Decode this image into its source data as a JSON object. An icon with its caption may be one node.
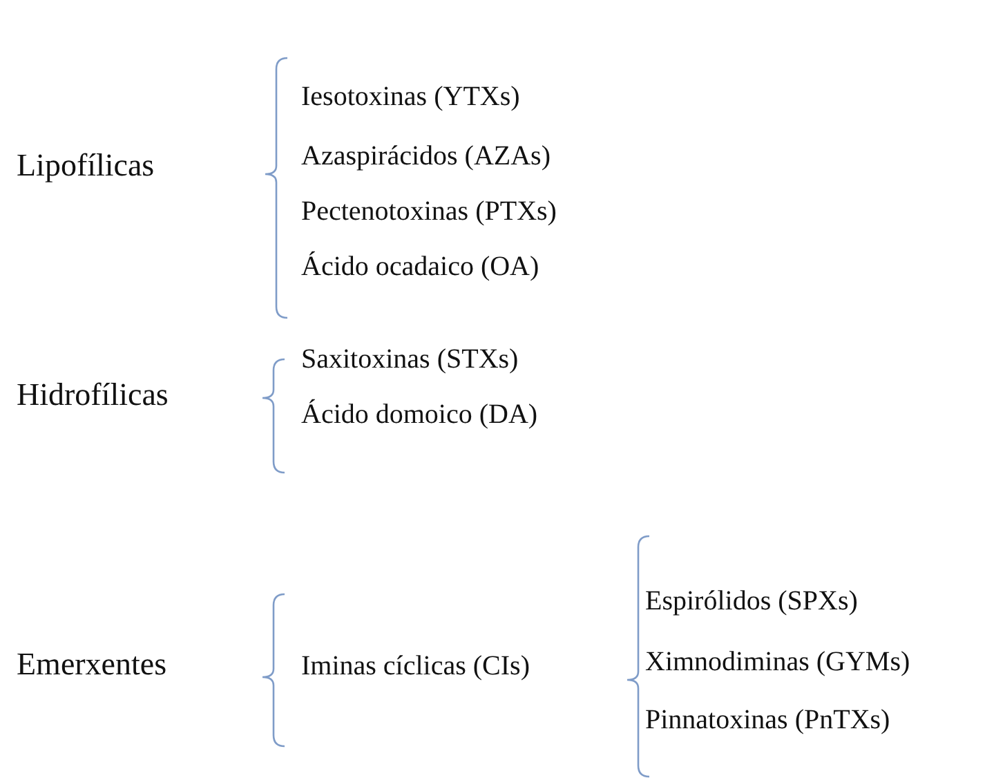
{
  "diagram": {
    "labels": [
      "Lipofílicas",
      "Iesotoxinas (YTXs)",
      "Azaspirácidos (AZAs)",
      "Pectenotoxinas (PTXs)",
      "Ácido ocadaico (OA)",
      "Hidrofílicas",
      "Saxitoxinas (STXs)",
      "Ácido domoico (DA)",
      "Emerxentes",
      "Iminas cíclicas (CIs)",
      "Espirólidos (SPXs)",
      "Ximnodiminas (GYMs)",
      "Pinnatoxinas (PnTXs)"
    ]
  }
}
